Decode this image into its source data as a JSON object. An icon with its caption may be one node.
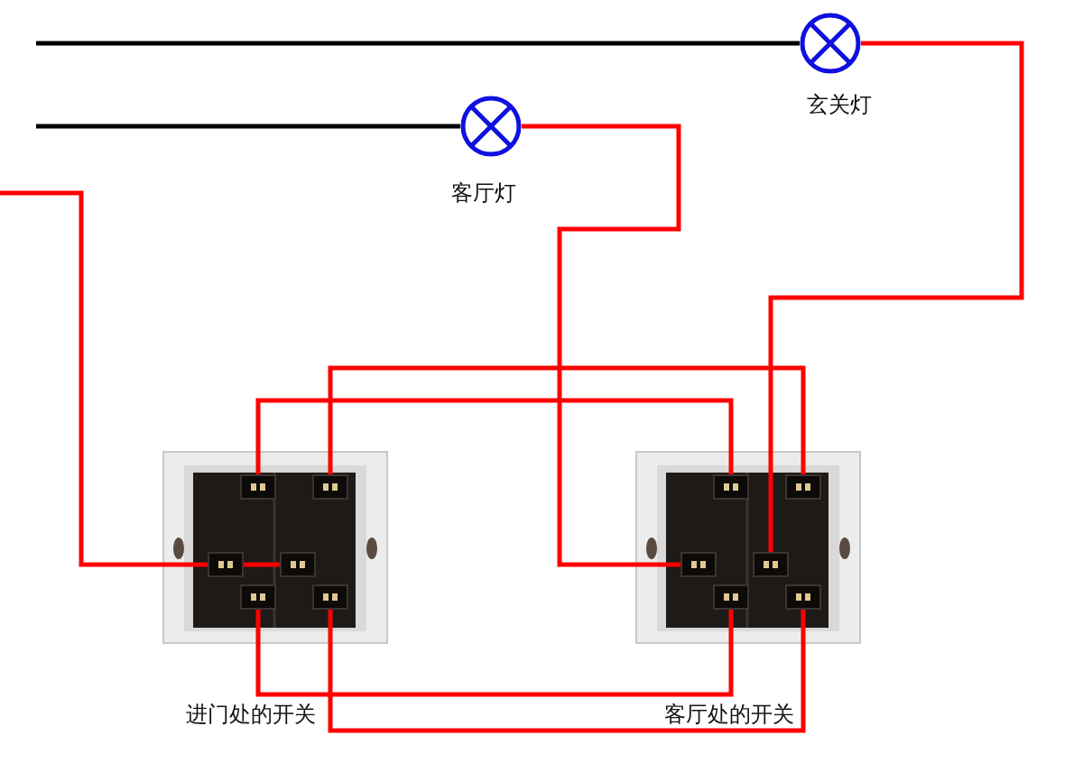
{
  "diagram": {
    "nodes": [
      {
        "text": [],
        "shape": "circle",
        "beside": [
          "玄关灯"
        ]
      },
      {
        "text": [],
        "shape": "circle",
        "beside": [
          "客厅灯"
        ]
      },
      {
        "text": [],
        "shape": "picture",
        "beside": [
          "进门处的开关"
        ]
      },
      {
        "text": [],
        "shape": "box",
        "in": 2
      },
      {
        "text": [],
        "shape": "box",
        "in": 2
      },
      {
        "text": [],
        "shape": "box",
        "in": 2
      },
      {
        "text": [],
        "shape": "box",
        "in": 2
      },
      {
        "text": [],
        "shape": "box",
        "in": 2
      },
      {
        "text": [],
        "shape": "box",
        "in": 2
      },
      {
        "text": [],
        "shape": "picture",
        "beside": [
          "客厅处的开关"
        ]
      },
      {
        "text": [],
        "shape": "box",
        "in": 9
      },
      {
        "text": [],
        "shape": "box",
        "in": 9
      },
      {
        "text": [],
        "shape": "box",
        "in": 9
      },
      {
        "text": [],
        "shape": "box",
        "in": 9
      },
      {
        "text": [],
        "shape": "box",
        "in": 9
      },
      {
        "text": [],
        "shape": "box",
        "in": 9
      }
    ],
    "edges": [
      {
        "from": null,
        "to": 0,
        "arrow": "none",
        "color": "#000000"
      },
      {
        "from": null,
        "to": 1,
        "arrow": "none",
        "color": "#000000"
      },
      {
        "from": null,
        "to": 5,
        "arrow": "none"
      },
      {
        "from": 5,
        "to": 6,
        "arrow": "none"
      },
      {
        "from": 3,
        "to": 10,
        "arrow": "none"
      },
      {
        "from": 4,
        "to": 11,
        "arrow": "none"
      },
      {
        "from": 7,
        "to": 14,
        "arrow": "none"
      },
      {
        "from": 8,
        "to": 15,
        "arrow": "none"
      },
      {
        "from": 1,
        "to": 12,
        "arrow": "none"
      },
      {
        "from": 0,
        "to": 13,
        "arrow": "none"
      }
    ]
  }
}
